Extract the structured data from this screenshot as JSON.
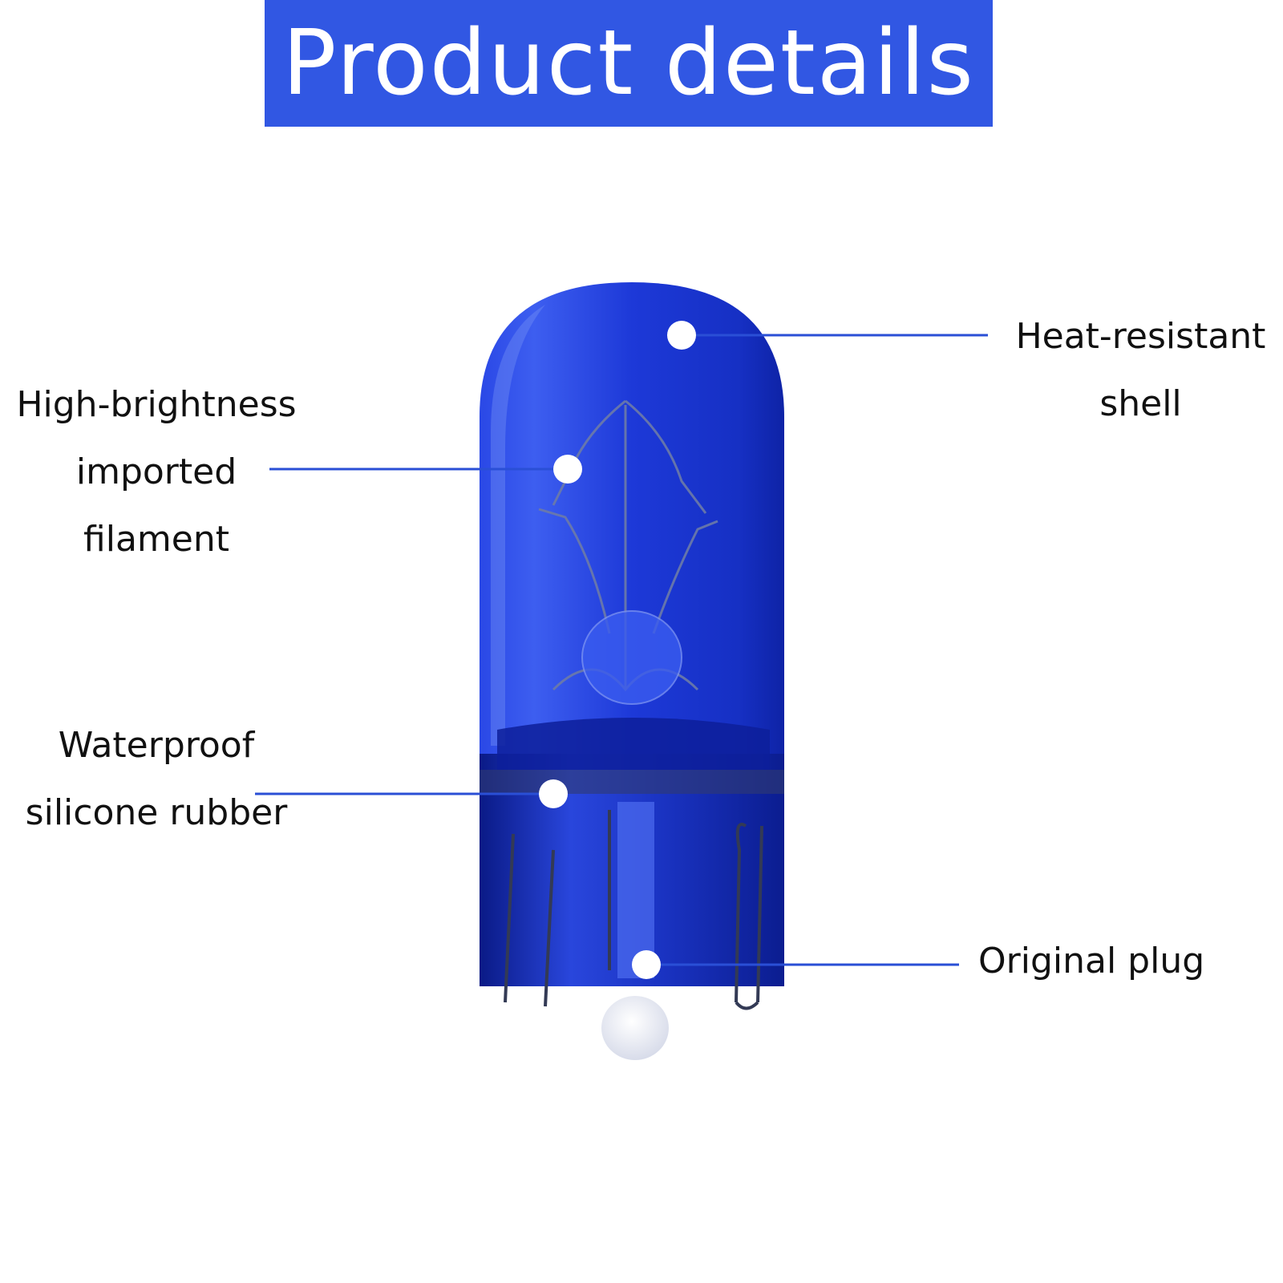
{
  "header": {
    "title": "Product details"
  },
  "colors": {
    "banner": "#3157e3",
    "glass_dark": "#0a1fa8",
    "glass_mid": "#1f3ee0",
    "glass_light": "#5a7cf0",
    "callout_line": "#2a4fd6",
    "dot": "#ffffff"
  },
  "callouts": {
    "filament": {
      "line1": "High-brightness",
      "line2": "imported",
      "line3": "filament"
    },
    "shell": {
      "line1": "Heat-resistant",
      "line2": "shell"
    },
    "rubber": {
      "line1": "Waterproof",
      "line2": "silicone rubber"
    },
    "plug": {
      "line1": "Original plug"
    }
  }
}
